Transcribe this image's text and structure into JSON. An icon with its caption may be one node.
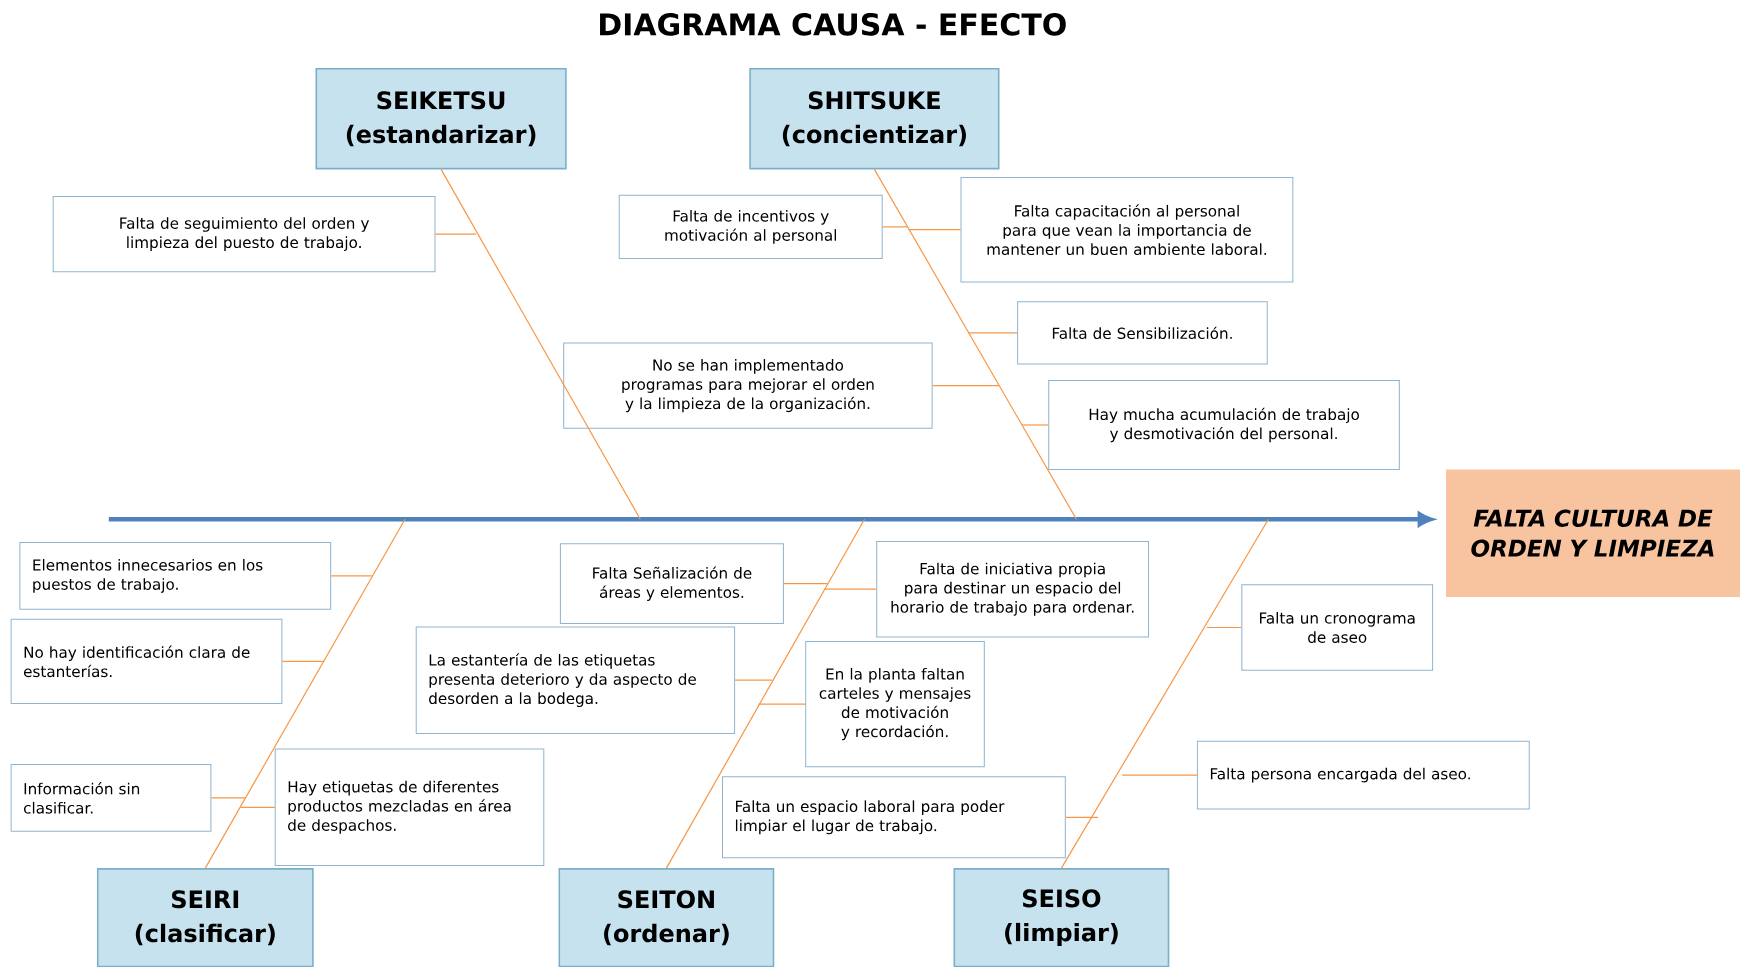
{
  "diagram": {
    "title": "DIAGRAMA CAUSA - EFECTO",
    "nodes": [
      {
        "text": [
          "SEIKETSU",
          "(estandarizar)"
        ]
      },
      {
        "text": [
          "SHITSUKE",
          "(concientizar)"
        ]
      },
      {
        "text": [
          "Falta de seguimiento del orden y limpieza del puesto de trabajo."
        ]
      },
      {
        "text": [
          "Falta de incentivos y motivación al personal"
        ]
      },
      {
        "text": [
          "Falta capacitación al personal para que vean la importancia de mantener un buen ambiente laboral."
        ]
      },
      {
        "text": [
          "Falta de Sensibilización."
        ]
      },
      {
        "text": [
          "No se han implementado programas para mejorar el orden y la limpieza de la organización."
        ]
      },
      {
        "text": [
          "Hay mucha acumulación de trabajo y desmotivación del personal."
        ]
      },
      {
        "text": [
          "FALTA CULTURA DE ORDEN Y LIMPIEZA"
        ]
      },
      {
        "text": [
          "Elementos innecesarios en los puestos de trabajo."
        ]
      },
      {
        "text": [
          "Falta Señalización de áreas y elementos."
        ]
      },
      {
        "text": [
          "Falta de iniciativa propia para destinar un espacio del horario de trabajo para ordenar."
        ]
      },
      {
        "text": [
          "No hay identificación clara de estanterías."
        ]
      },
      {
        "text": [
          "Falta un cronograma de aseo"
        ]
      },
      {
        "text": [
          "La estantería de las etiquetas presenta deterioro y da aspecto de desorden a la bodega."
        ]
      },
      {
        "text": [
          "En la planta faltan carteles y mensajes de motivación y recordación."
        ]
      },
      {
        "text": [
          "Falta persona encargada del aseo."
        ]
      },
      {
        "text": [
          "Información sin clasificar."
        ]
      },
      {
        "text": [
          "Hay etiquetas de diferentes productos mezcladas en área de despachos."
        ]
      },
      {
        "text": [
          "Falta un espacio laboral para poder limpiar el lugar de trabajo."
        ]
      },
      {
        "text": [
          "SEIRI",
          "(clasificar)"
        ]
      },
      {
        "text": [
          "SEITON",
          "(ordenar)"
        ]
      },
      {
        "text": [
          "SEISO",
          "(limpiar)"
        ]
      }
    ],
    "edges": [
      {
        "from": null,
        "to": 8,
        "arrow": "to",
        "style": "thick",
        "color": "#4f81bd"
      },
      {
        "from": 0,
        "to": null,
        "arrow": "none"
      },
      {
        "from": 1,
        "to": null,
        "arrow": "none"
      },
      {
        "from": 20,
        "to": null,
        "arrow": "none"
      },
      {
        "from": 21,
        "to": null,
        "arrow": "none"
      },
      {
        "from": 22,
        "to": null,
        "arrow": "none"
      },
      {
        "from": 2,
        "to": null,
        "arrow": "none"
      },
      {
        "from": 3,
        "to": null,
        "arrow": "none"
      },
      {
        "from": 4,
        "to": null,
        "arrow": "none"
      },
      {
        "from": 5,
        "to": null,
        "arrow": "none"
      },
      {
        "from": 6,
        "to": null,
        "arrow": "none"
      },
      {
        "from": 7,
        "to": null,
        "arrow": "none"
      },
      {
        "from": 9,
        "to": null,
        "arrow": "none"
      },
      {
        "from": 12,
        "to": null,
        "arrow": "none"
      },
      {
        "from": 17,
        "to": null,
        "arrow": "none"
      },
      {
        "from": 18,
        "to": null,
        "arrow": "none"
      },
      {
        "from": 10,
        "to": null,
        "arrow": "none"
      },
      {
        "from": 14,
        "to": null,
        "arrow": "none"
      },
      {
        "from": 11,
        "to": null,
        "arrow": "none"
      },
      {
        "from": 15,
        "to": null,
        "arrow": "none"
      },
      {
        "from": 19,
        "to": null,
        "arrow": "none"
      },
      {
        "from": 13,
        "to": null,
        "arrow": "none"
      },
      {
        "from": 16,
        "to": null,
        "arrow": "none"
      }
    ]
  }
}
